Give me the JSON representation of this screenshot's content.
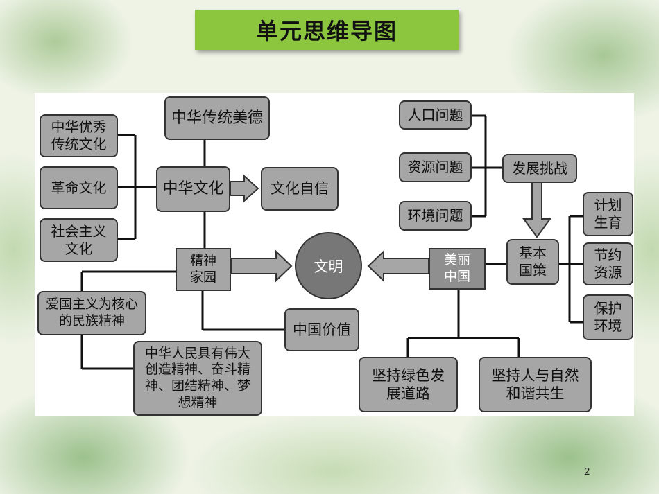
{
  "title": "单元思维导图",
  "center": "文明",
  "left": {
    "root": "精神家园",
    "culture": "中华文化",
    "virtue": "中华传统美德",
    "confidence": "文化自信",
    "sources": [
      "中华优秀传统文化",
      "革命文化",
      "社会主义文化"
    ],
    "values": "中国价值",
    "patriotism": "爱国主义为核心的民族精神",
    "spirit": "中华人民具有伟大创造精神、奋斗精神、团结精神、梦想精神"
  },
  "right": {
    "root": "美丽中国",
    "policy": "基本国策",
    "challenge": "发展挑战",
    "problems": [
      "人口问题",
      "资源问题",
      "环境问题"
    ],
    "policies": [
      "计划生育",
      "节约资源",
      "保护环境"
    ],
    "paths": [
      "坚持绿色发展道路",
      "坚持人与自然和谐共生"
    ]
  },
  "page_number": "2"
}
